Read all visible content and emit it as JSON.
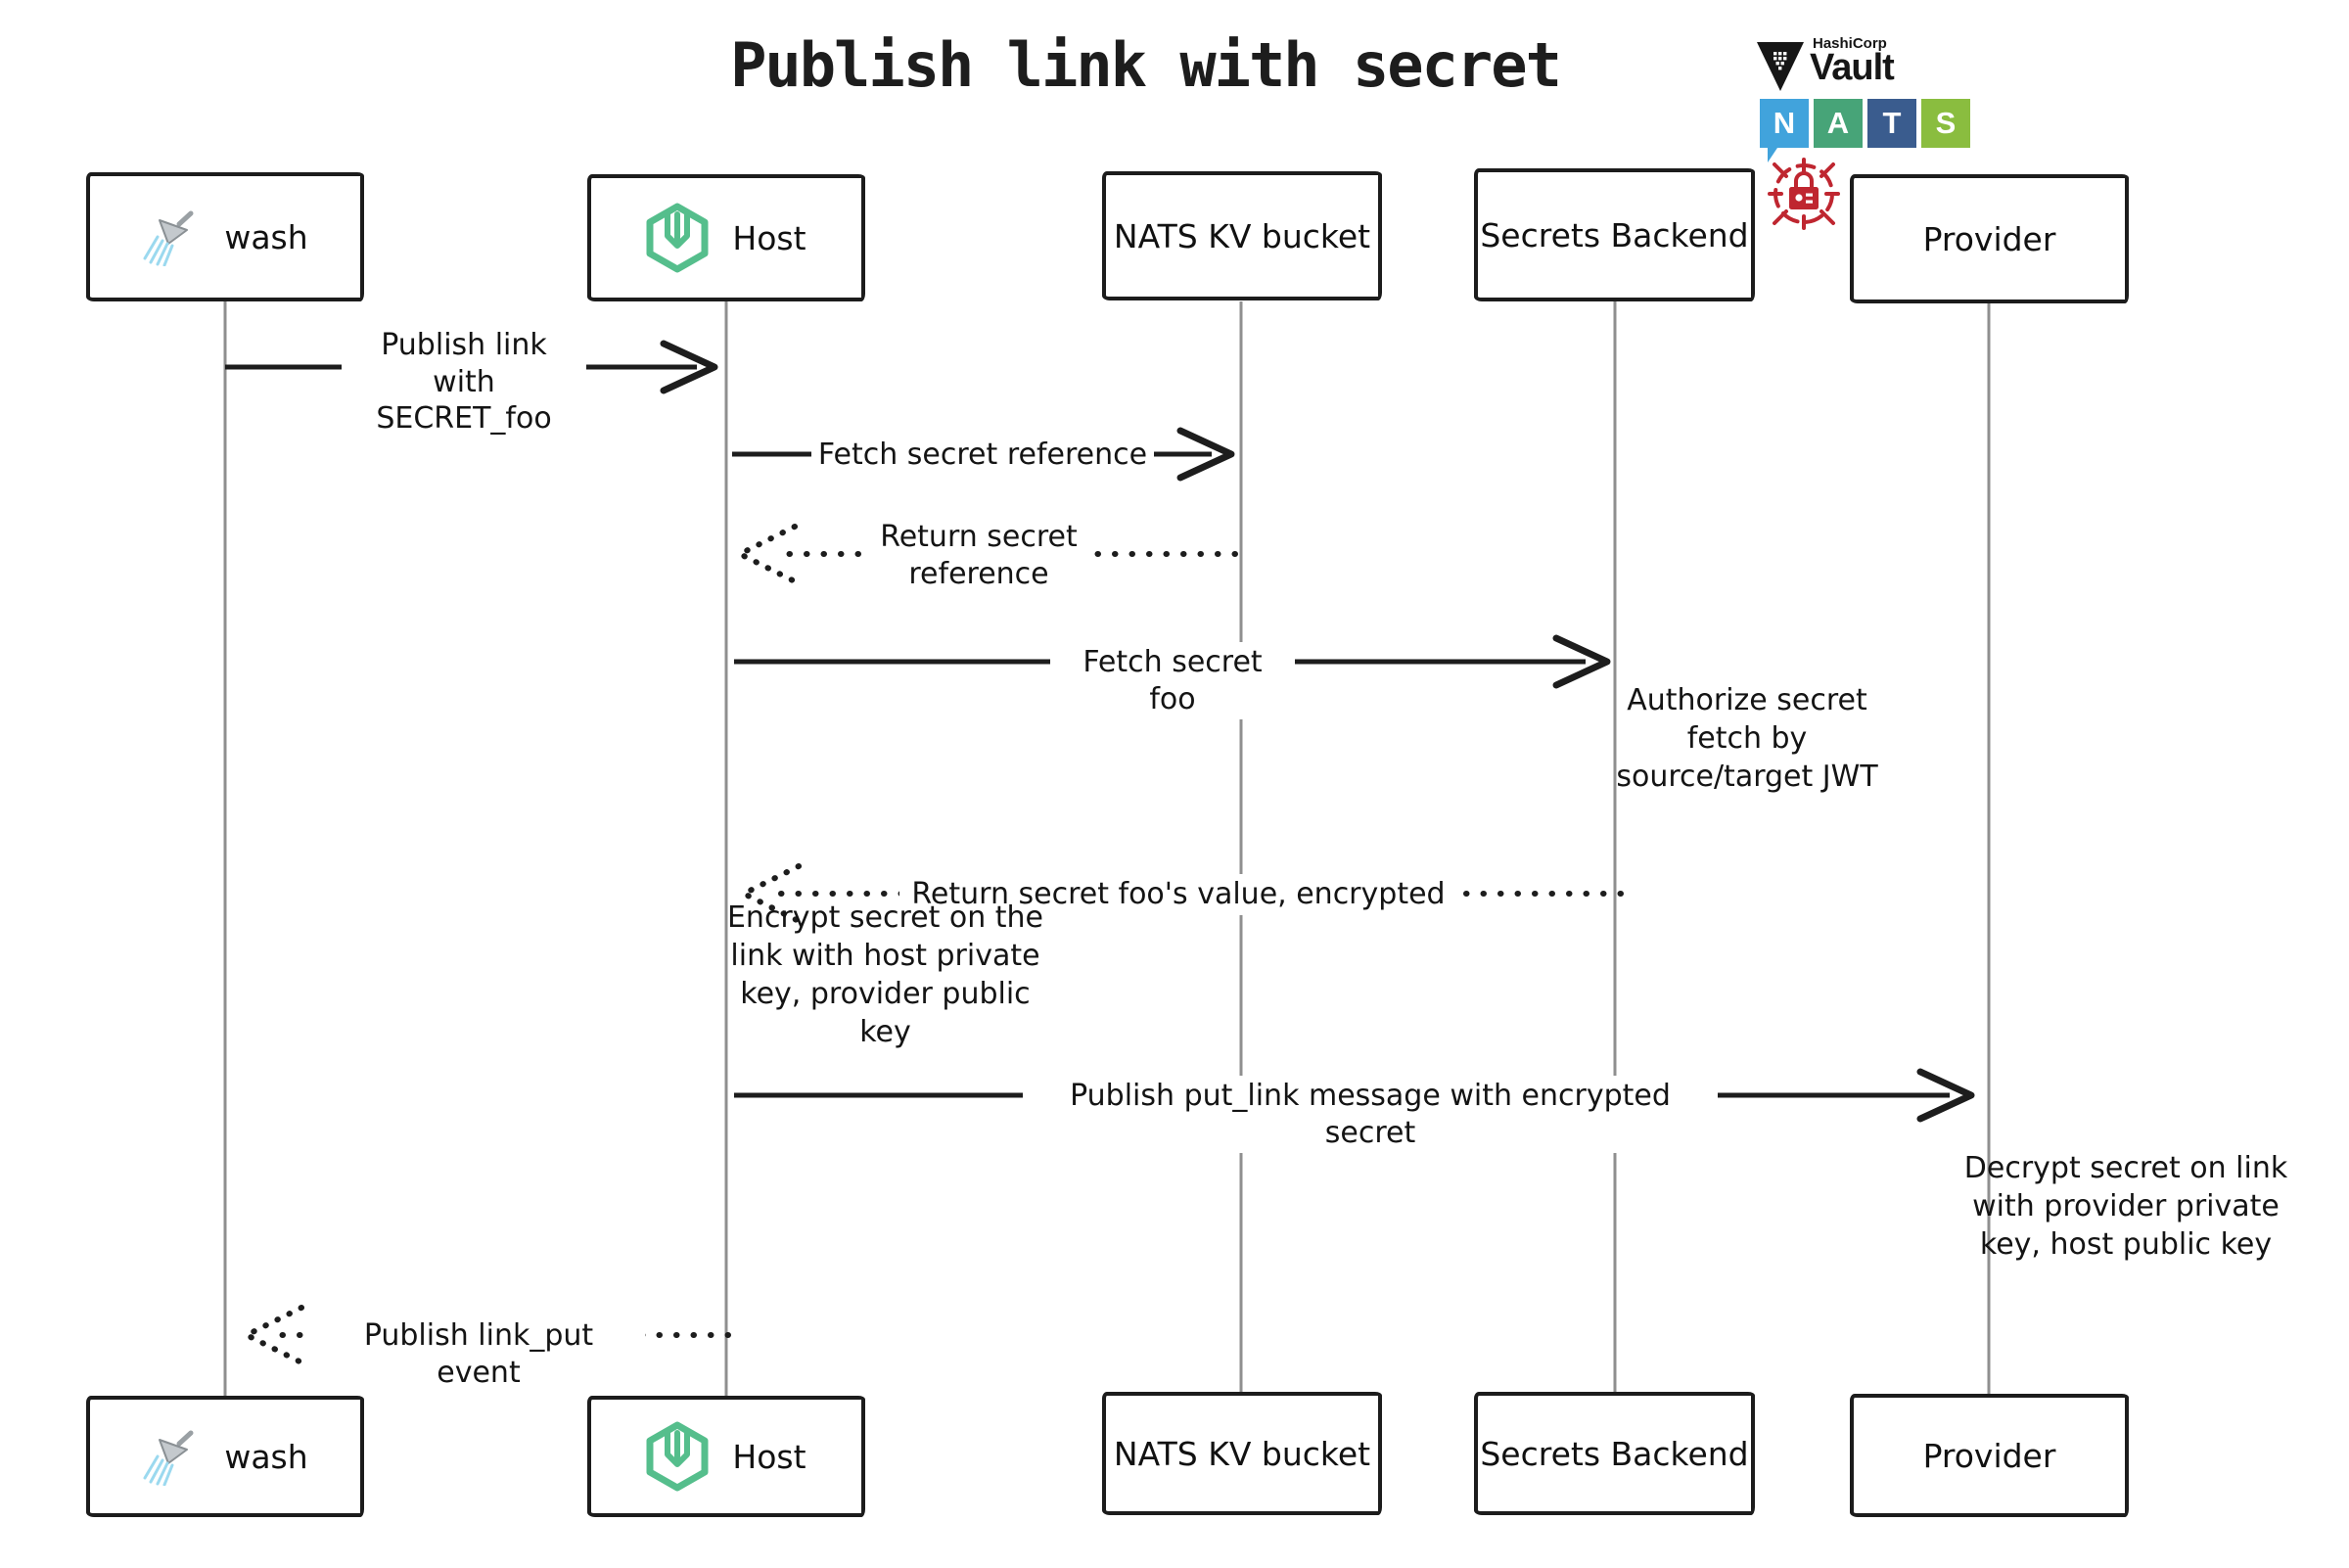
{
  "title": "Publish link with secret",
  "logos": {
    "vault": {
      "brand": "HashiCorp",
      "product": "Vault"
    },
    "nats": {
      "letters": [
        "N",
        "A",
        "T",
        "S"
      ]
    }
  },
  "actors": [
    {
      "id": "wash",
      "label": "wash",
      "icon": "shower-icon"
    },
    {
      "id": "host",
      "label": "Host",
      "icon": "wasmcloud-hexagon-icon"
    },
    {
      "id": "nats-kv",
      "label": "NATS KV bucket",
      "icon": null
    },
    {
      "id": "secrets-backend",
      "label": "Secrets Backend",
      "icon": null
    },
    {
      "id": "provider",
      "label": "Provider",
      "icon": null
    }
  ],
  "messages": [
    {
      "from": "wash",
      "to": "host",
      "style": "solid",
      "label": "Publish link with SECRET_foo"
    },
    {
      "from": "host",
      "to": "nats-kv",
      "style": "solid",
      "label": "Fetch secret reference"
    },
    {
      "from": "nats-kv",
      "to": "host",
      "style": "dotted",
      "label": "Return secret reference"
    },
    {
      "from": "host",
      "to": "secrets-backend",
      "style": "solid",
      "label": "Fetch secret foo"
    },
    {
      "from": "secrets-backend",
      "to": "host",
      "style": "dotted",
      "label": "Return secret foo's value, encrypted"
    },
    {
      "from": "host",
      "to": "provider",
      "style": "solid",
      "label": "Publish put_link message with encrypted secret"
    },
    {
      "from": "host",
      "to": "wash",
      "style": "dotted",
      "label": "Publish link_put event"
    }
  ],
  "notes": [
    {
      "actor": "secrets-backend",
      "text": "Authorize secret fetch by source/target JWT"
    },
    {
      "actor": "host",
      "text": "Encrypt secret on the link with host private key, provider public key"
    },
    {
      "actor": "provider",
      "text": "Decrypt secret on link with provider private key, host public key"
    }
  ],
  "colors": {
    "stroke": "#1d1d1d",
    "lifeline": "#8f8f8f",
    "wasmcloud_green": "#55be8c",
    "vault_black": "#161616",
    "lock_red": "#bf2630",
    "nats_blue": "#41a3dc",
    "nats_green": "#47a478",
    "nats_dark_blue": "#3a5c8e",
    "nats_light_green": "#8abd3f",
    "spray_blue": "#9bd9ef"
  }
}
